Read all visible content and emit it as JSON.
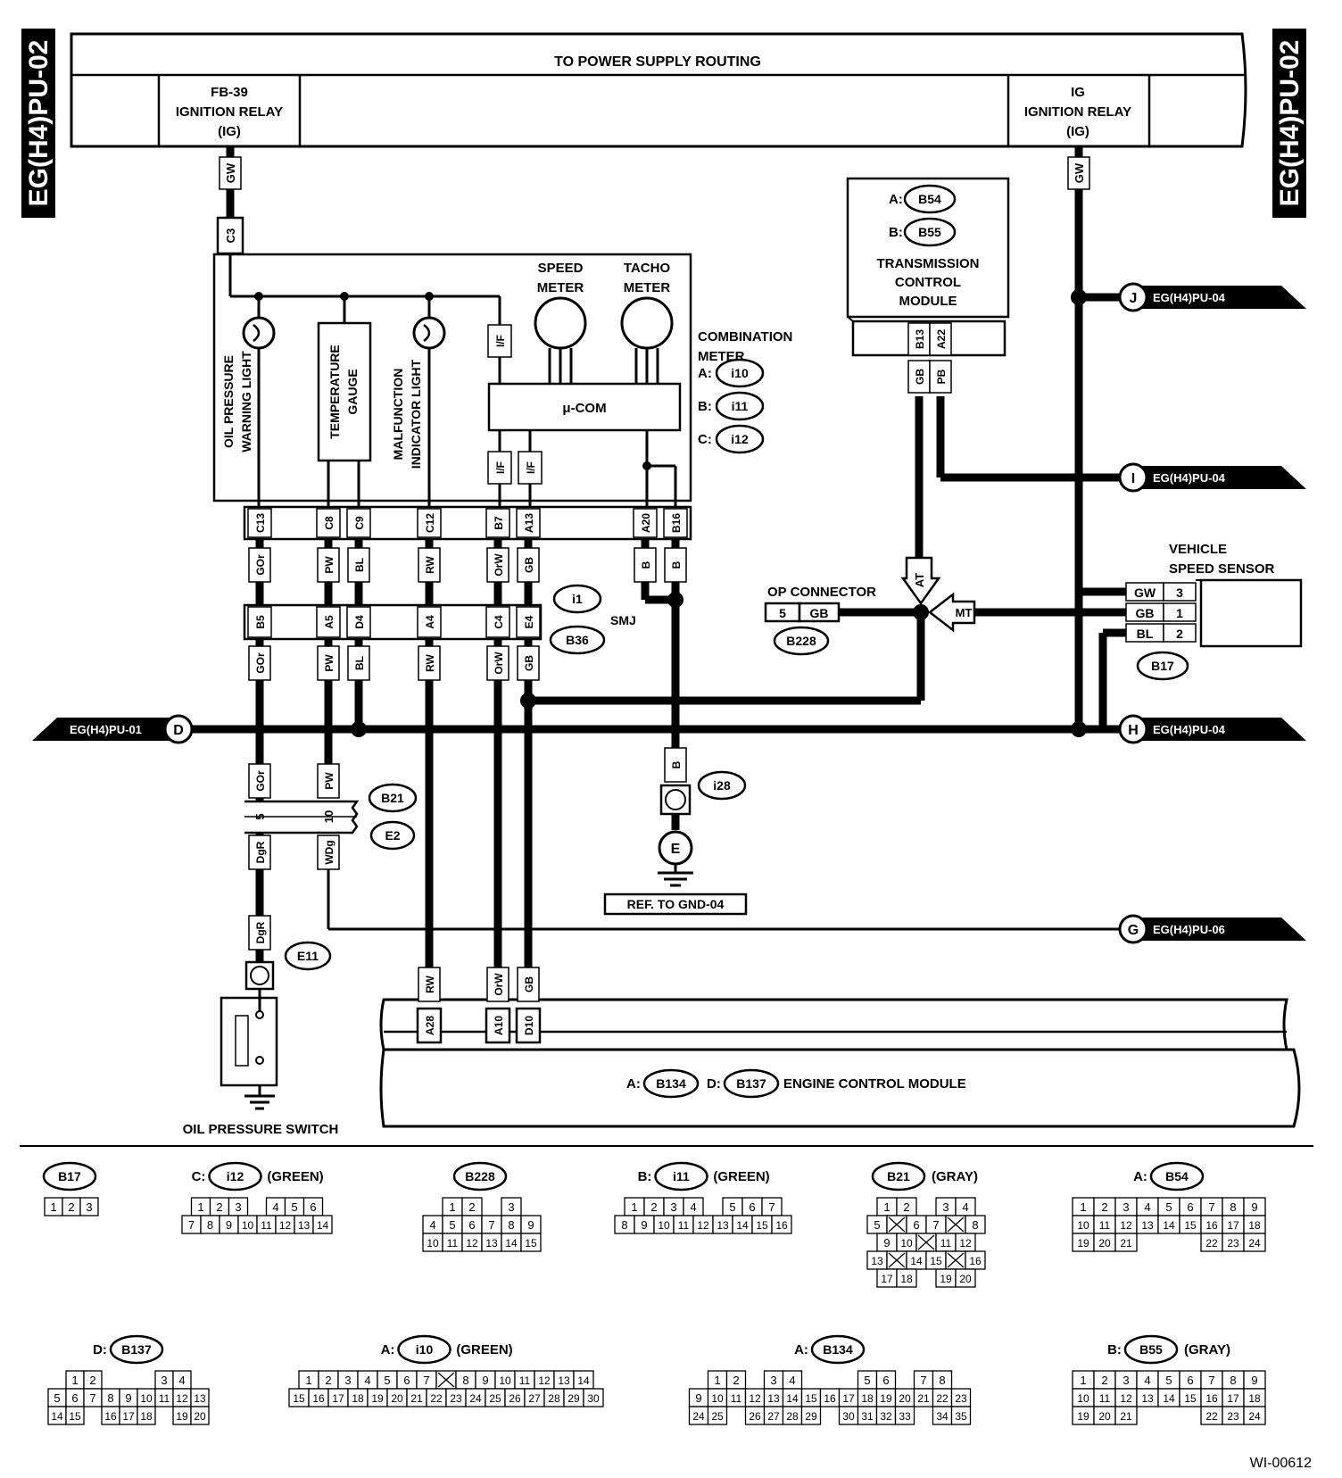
{
  "side_labels": {
    "left": "EG(H4)PU-02",
    "right": "EG(H4)PU-02"
  },
  "top_bus": {
    "title": "TO POWER SUPPLY ROUTING",
    "left_relay": [
      "FB-39",
      "IGNITION RELAY",
      "(IG)"
    ],
    "right_relay": [
      "IG",
      "IGNITION RELAY",
      "(IG)"
    ]
  },
  "tcm": {
    "conn_a_prefix": "A:",
    "conn_a": "B54",
    "conn_b_prefix": "B:",
    "conn_b": "B55",
    "title": [
      "TRANSMISSION",
      "CONTROL",
      "MODULE"
    ],
    "pins": [
      "B13",
      "A22"
    ],
    "wires": [
      "GB",
      "PB"
    ]
  },
  "combination_meter": {
    "title": [
      "COMBINATION",
      "METER"
    ],
    "conns": [
      {
        "prefix": "A:",
        "id": "i10"
      },
      {
        "prefix": "B:",
        "id": "i11"
      },
      {
        "prefix": "C:",
        "id": "i12"
      }
    ],
    "speed_meter": [
      "SPEED",
      "METER"
    ],
    "tacho_meter": [
      "TACHO",
      "METER"
    ],
    "mcom": "μ-COM",
    "if_label": "I/F",
    "oil_light": [
      "OIL PRESSURE",
      "WARNING LIGHT"
    ],
    "temp_gauge": [
      "TEMPERATURE",
      "GAUGE"
    ],
    "mil": [
      "MALFUNCTION",
      "INDICATOR LIGHT"
    ],
    "top_pin": "C3",
    "top_wire": "GW",
    "pins": [
      "C13",
      "C8",
      "C9",
      "C12",
      "B7",
      "A13",
      "A20",
      "B16"
    ],
    "pin_wires": [
      "GOr",
      "PW",
      "BL",
      "RW",
      "OrW",
      "GB",
      "B",
      "B"
    ]
  },
  "smj": {
    "label": "SMJ",
    "conn_top": "i1",
    "conn_bottom": "B36",
    "pins": [
      "B5",
      "A5",
      "D4",
      "A4",
      "C4",
      "E4"
    ],
    "pin_wires": [
      "GOr",
      "PW",
      "BL",
      "RW",
      "OrW",
      "GB"
    ]
  },
  "connectors": {
    "b21": "B21",
    "e2": "E2",
    "b21_pins": [
      "5",
      "10"
    ],
    "b21_top_wires": [
      "GOr",
      "PW"
    ],
    "b21_bottom_wires": [
      "DgR",
      "WDg"
    ],
    "e11": "E11",
    "e11_wire": "DgR",
    "i28": "i28",
    "i28_wire": "B",
    "ground_letter": "E",
    "ground_ref": "REF. TO GND-04"
  },
  "offpage": {
    "J": {
      "letter": "J",
      "label": "EG(H4)PU-04"
    },
    "I": {
      "letter": "I",
      "label": "EG(H4)PU-04"
    },
    "H": {
      "letter": "H",
      "label": "EG(H4)PU-04"
    },
    "G": {
      "letter": "G",
      "label": "EG(H4)PU-06"
    },
    "D": {
      "letter": "D",
      "label": "EG(H4)PU-01"
    }
  },
  "op_connector": {
    "title": "OP CONNECTOR",
    "pin": "5",
    "wire": "GB",
    "conn": "B228",
    "at": "AT",
    "mt": "MT"
  },
  "vss": {
    "title": [
      "VEHICLE",
      "SPEED SENSOR"
    ],
    "wires": [
      "GW",
      "GB",
      "BL"
    ],
    "pins": [
      "3",
      "1",
      "2"
    ],
    "conn": "B17"
  },
  "oil_switch": {
    "title": "OIL PRESSURE SWITCH"
  },
  "ecm": {
    "conn_a_prefix": "A:",
    "conn_a": "B134",
    "conn_d_prefix": "D:",
    "conn_d": "B137",
    "title": "ENGINE CONTROL MODULE",
    "pins": [
      "A28",
      "A10",
      "D10"
    ],
    "wires": [
      "RW",
      "OrW",
      "GB"
    ]
  },
  "legend": {
    "b17": {
      "id": "B17",
      "rows": [
        [
          "1",
          "2",
          "3"
        ]
      ]
    },
    "i12": {
      "prefix": "C:",
      "id": "i12",
      "color": "(GREEN)",
      "rows": [
        [
          "1",
          "2",
          "3",
          "",
          "4",
          "5",
          "6"
        ],
        [
          "7",
          "8",
          "9",
          "10",
          "11",
          "12",
          "13",
          "14"
        ]
      ]
    },
    "b228": {
      "id": "B228",
      "rows": [
        [
          "1",
          "2",
          "",
          "3"
        ],
        [
          "4",
          "5",
          "6",
          "7",
          "8",
          "9"
        ],
        [
          "10",
          "11",
          "12",
          "13",
          "14",
          "15"
        ]
      ]
    },
    "i11": {
      "prefix": "B:",
      "id": "i11",
      "color": "(GREEN)",
      "rows": [
        [
          "1",
          "2",
          "3",
          "4",
          "",
          "5",
          "6",
          "7"
        ],
        [
          "8",
          "9",
          "10",
          "11",
          "12",
          "13",
          "14",
          "15",
          "16"
        ]
      ]
    },
    "b21": {
      "id": "B21",
      "color": "(GRAY)",
      "rows": [
        [
          "1",
          "2",
          "",
          "3",
          "4"
        ],
        [
          "5",
          "X",
          "6",
          "7",
          "X",
          "8"
        ],
        [
          "9",
          "10",
          "X",
          "11",
          "12"
        ],
        [
          "13",
          "X",
          "14",
          "15",
          "X",
          "16"
        ],
        [
          "17",
          "18",
          "",
          "19",
          "20"
        ]
      ]
    },
    "b54": {
      "prefix": "A:",
      "id": "B54",
      "rows": [
        [
          "1",
          "2",
          "3",
          "4",
          "5",
          "6",
          "7",
          "8",
          "9"
        ],
        [
          "10",
          "11",
          "12",
          "13",
          "14",
          "15",
          "16",
          "17",
          "18"
        ],
        [
          "19",
          "20",
          "21",
          "",
          "",
          "",
          "22",
          "23",
          "24"
        ]
      ]
    },
    "b137": {
      "prefix": "D:",
      "id": "B137",
      "rows": [
        [
          "1",
          "2",
          "",
          "",
          "",
          "3",
          "4"
        ],
        [
          "5",
          "6",
          "7",
          "8",
          "9",
          "10",
          "11",
          "12",
          "13"
        ],
        [
          "14",
          "15",
          "",
          "16",
          "17",
          "18",
          "",
          "19",
          "20"
        ]
      ]
    },
    "i10": {
      "prefix": "A:",
      "id": "i10",
      "color": "(GREEN)",
      "rows": [
        [
          "1",
          "2",
          "3",
          "4",
          "5",
          "6",
          "7",
          "X",
          "8",
          "9",
          "10",
          "11",
          "12",
          "13",
          "14"
        ],
        [
          "15",
          "16",
          "17",
          "18",
          "19",
          "20",
          "21",
          "22",
          "23",
          "24",
          "25",
          "26",
          "27",
          "28",
          "29",
          "30"
        ]
      ]
    },
    "b134": {
      "prefix": "A:",
      "id": "B134",
      "rows": [
        [
          "1",
          "2",
          "",
          "3",
          "4",
          "",
          "",
          "",
          "5",
          "6",
          "",
          "7",
          "8"
        ],
        [
          "9",
          "10",
          "11",
          "12",
          "13",
          "14",
          "15",
          "16",
          "17",
          "18",
          "19",
          "20",
          "21",
          "22",
          "23"
        ],
        [
          "24",
          "25",
          "",
          "26",
          "27",
          "28",
          "29",
          "",
          "30",
          "31",
          "32",
          "33",
          "",
          "34",
          "35"
        ]
      ]
    },
    "b55": {
      "prefix": "B:",
      "id": "B55",
      "color": "(GRAY)",
      "rows": [
        [
          "1",
          "2",
          "3",
          "4",
          "5",
          "6",
          "7",
          "8",
          "9"
        ],
        [
          "10",
          "11",
          "12",
          "13",
          "14",
          "15",
          "16",
          "17",
          "18"
        ],
        [
          "19",
          "20",
          "21",
          "",
          "",
          "",
          "22",
          "23",
          "24"
        ]
      ]
    }
  },
  "figure_id": "WI-00612"
}
